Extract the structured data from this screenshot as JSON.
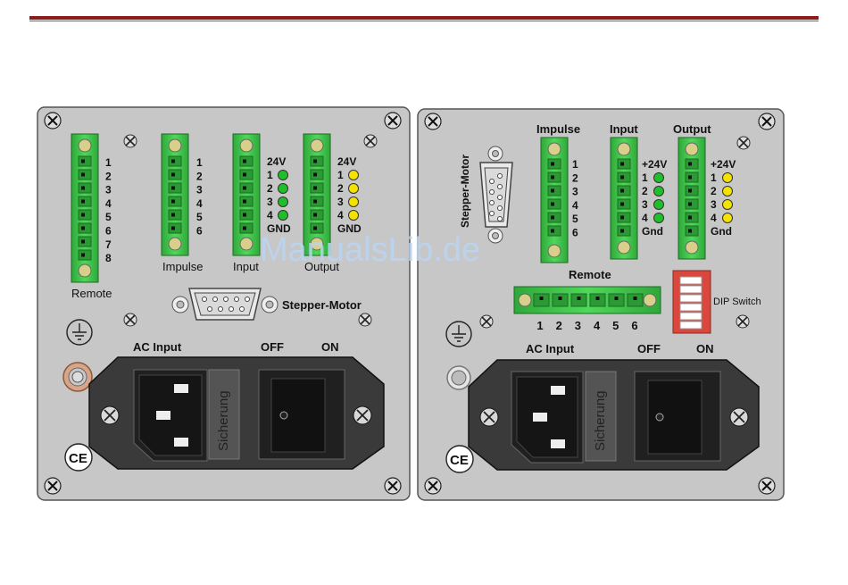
{
  "left_panel": {
    "remote": {
      "label": "Remote",
      "pins": [
        "1",
        "2",
        "3",
        "4",
        "5",
        "6",
        "7",
        "8"
      ]
    },
    "impulse": {
      "label": "Impulse",
      "pins": [
        "1",
        "2",
        "3",
        "4",
        "5",
        "6"
      ]
    },
    "input": {
      "label": "Input",
      "pins": [
        "24V",
        "1",
        "2",
        "3",
        "4",
        "GND"
      ]
    },
    "output": {
      "label": "Output",
      "pins": [
        "24V",
        "1",
        "2",
        "3",
        "4",
        "GND"
      ]
    },
    "stepper_label": "Stepper-Motor",
    "ac_input_label": "AC Input",
    "off_label": "OFF",
    "on_label": "ON",
    "fuse_label": "Sicherung",
    "ce_label": "CE"
  },
  "right_panel": {
    "stepper_label": "Stepper-Motor",
    "impulse": {
      "label": "Impulse",
      "pins": [
        "1",
        "2",
        "3",
        "4",
        "5",
        "6"
      ]
    },
    "input": {
      "label": "Input",
      "pins": [
        "+24V",
        "1",
        "2",
        "3",
        "4",
        "Gnd"
      ]
    },
    "output": {
      "label": "Output",
      "pins": [
        "+24V",
        "1",
        "2",
        "3",
        "4",
        "Gnd"
      ]
    },
    "remote": {
      "label": "Remote",
      "pins": [
        "1",
        "2",
        "3",
        "4",
        "5",
        "6"
      ]
    },
    "dip_label": "DIP Switch",
    "ac_input_label": "AC Input",
    "off_label": "OFF",
    "on_label": "ON",
    "fuse_label": "Sicherung",
    "ce_label": "CE"
  },
  "watermark": "ManualsLib.de",
  "colors": {
    "panel": "#c7c7c7",
    "terminal_green": "#3ec24a",
    "led_green": "#1fbf2a",
    "led_yellow": "#f4e200",
    "power_block": "#3a3a3a",
    "header_rule": "#8c1c1c",
    "dip_red": "#d9473d"
  }
}
